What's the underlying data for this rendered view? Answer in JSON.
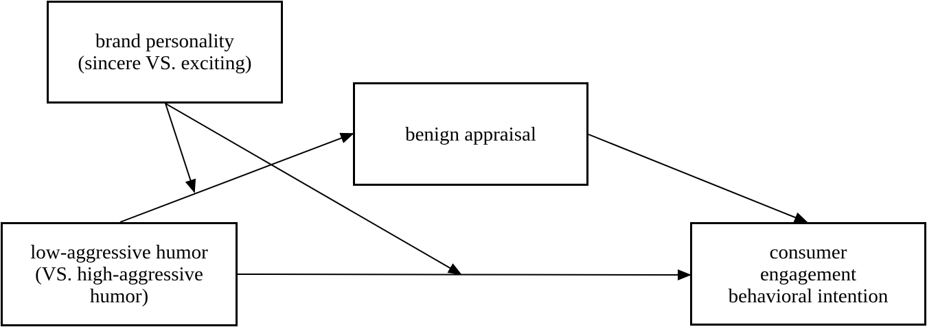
{
  "nodes": {
    "brand_personality": {
      "lines": [
        "brand personality",
        "(sincere VS. exciting)"
      ]
    },
    "benign_appraisal": {
      "lines": [
        "benign appraisal"
      ]
    },
    "humor": {
      "lines": [
        "low-aggressive humor",
        "(VS. high-aggressive",
        "humor)"
      ]
    },
    "consumer_engagement": {
      "lines": [
        "consumer",
        "engagement",
        "behavioral intention"
      ]
    }
  },
  "edges": [
    {
      "from": "humor",
      "to": "benign_appraisal"
    },
    {
      "from": "benign_appraisal",
      "to": "consumer_engagement"
    },
    {
      "from": "humor",
      "to": "consumer_engagement"
    },
    {
      "from": "brand_personality",
      "to": "humor-benign_appraisal path (moderation)"
    },
    {
      "from": "brand_personality",
      "to": "humor-consumer_engagement path (moderation)"
    }
  ],
  "colors": {
    "stroke": "#000000",
    "background": "#ffffff"
  }
}
